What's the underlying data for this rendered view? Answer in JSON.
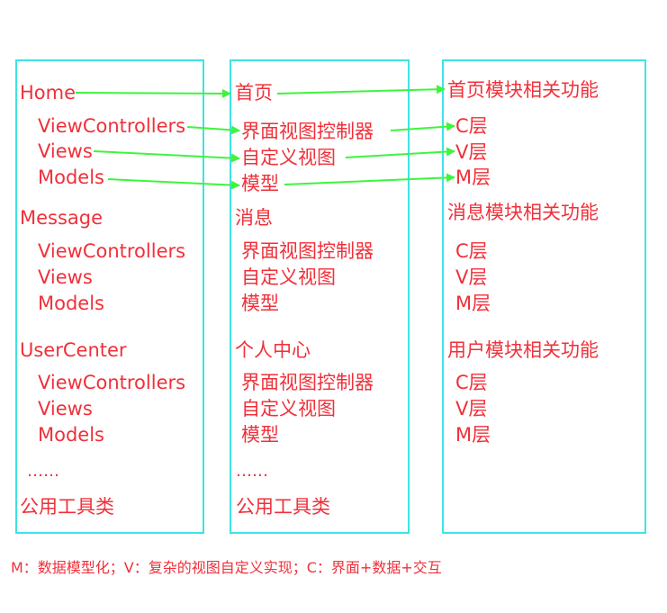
{
  "columns": [
    {
      "items": [
        "Home",
        "ViewControllers",
        "Views",
        "Models",
        "Message",
        "ViewControllers",
        "Views",
        "Models",
        "UserCenter",
        "ViewControllers",
        "Views",
        "Models",
        "……",
        "公用工具类"
      ]
    },
    {
      "items": [
        "首页",
        "界面视图控制器",
        "自定义视图",
        "模型",
        "消息",
        "界面视图控制器",
        "自定义视图",
        "模型",
        "个人中心",
        "界面视图控制器",
        "自定义视图",
        "模型",
        "……",
        "公用工具类"
      ]
    },
    {
      "items": [
        "首页模块相关功能",
        "C层",
        "V层",
        "M层",
        "消息模块相关功能",
        "C层",
        "V层",
        "M层",
        "用户模块相关功能",
        "C层",
        "V层",
        "M层"
      ]
    }
  ],
  "legend": "M：数据模型化；V：复杂的视图自定义实现；C：界面+数据+交互",
  "colors": {
    "border": "#3ee3e3",
    "text": "#f0303a",
    "arrow": "#3df53d"
  }
}
